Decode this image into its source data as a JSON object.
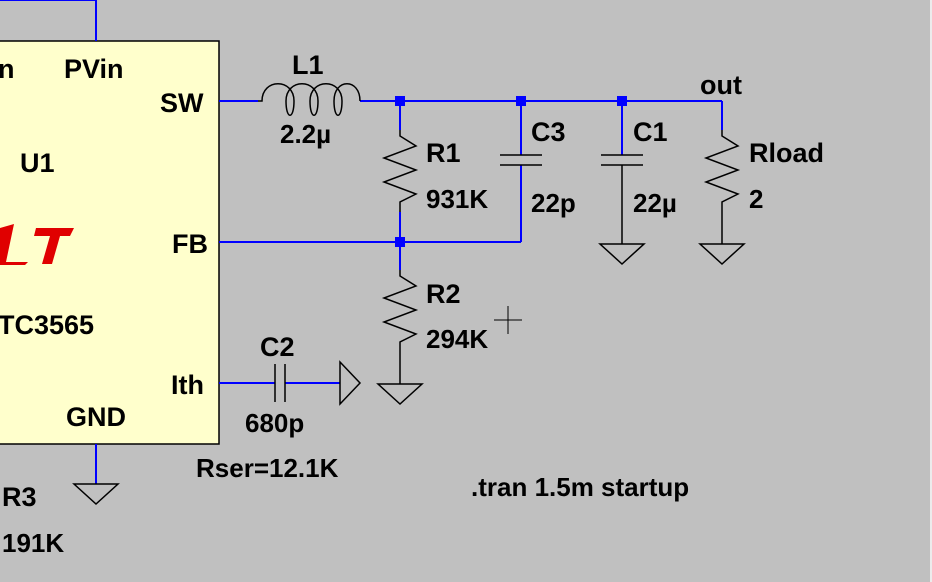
{
  "schematic": {
    "ic": {
      "ref": "U1",
      "part": "TC3565",
      "logo_glyph": "LT",
      "pin_left_partial": "n",
      "pins": {
        "pvin": "PVin",
        "sw": "SW",
        "fb": "FB",
        "ith": "Ith",
        "gnd": "GND"
      }
    },
    "components": {
      "L1": {
        "ref": "L1",
        "value": "2.2µ"
      },
      "R1": {
        "ref": "R1",
        "value": "931K"
      },
      "R2": {
        "ref": "R2",
        "value": "294K"
      },
      "C1": {
        "ref": "C1",
        "value": "22µ"
      },
      "C2": {
        "ref": "C2",
        "value": "680p",
        "extra": "Rser=12.1K"
      },
      "C3": {
        "ref": "C3",
        "value": "22p"
      },
      "Rload": {
        "ref": "Rload",
        "value": "2"
      },
      "R3": {
        "ref": "R3",
        "value": "191K"
      }
    },
    "net_label": "out",
    "directive": ".tran 1.5m startup"
  },
  "colors": {
    "background": "#c0c0c0",
    "wire": "#0000ff",
    "ic_fill": "#ffffcc",
    "component": "#000000",
    "logo": "#e00000",
    "junction": "#0000ff"
  }
}
